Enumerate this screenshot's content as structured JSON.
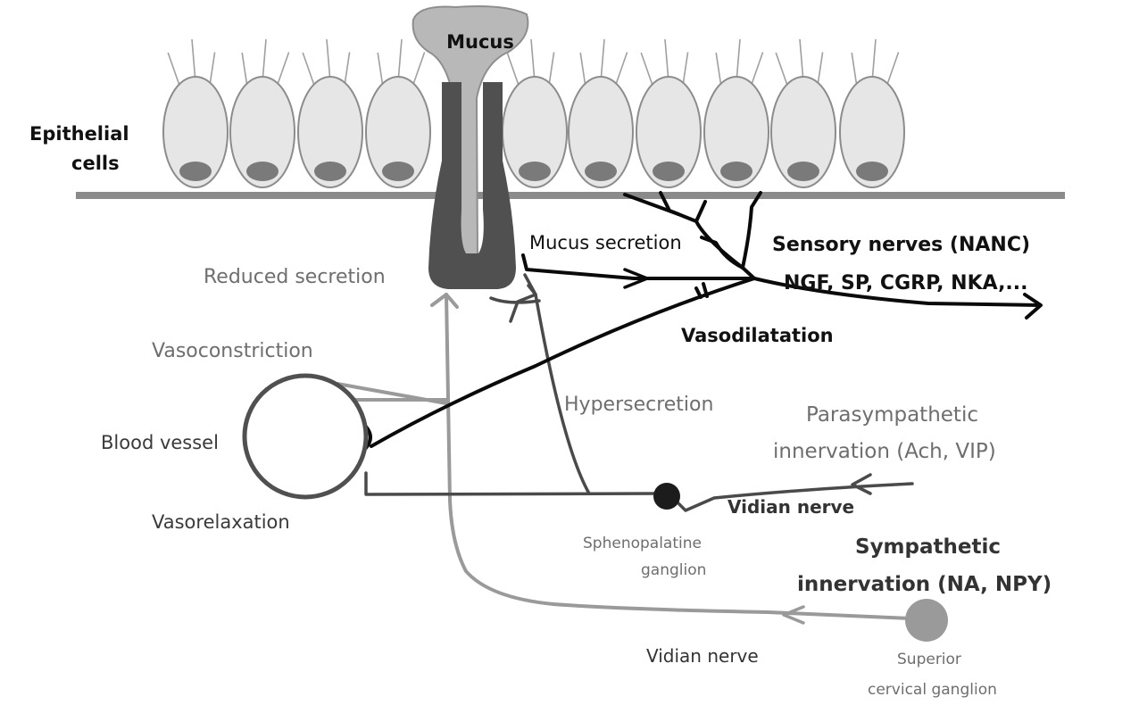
{
  "labels": {
    "mucus": "Mucus",
    "epithelial_cells_line1": "Epithelial",
    "epithelial_cells_line2": "cells",
    "mucus_secretion": "Mucus secretion",
    "reduced_secretion": "Reduced secretion",
    "sensory_nerves_line1": "Sensory nerves (NANC)",
    "sensory_nerves_line2": "NGF, SP, CGRP, NKA,...",
    "vasodilatation": "Vasodilatation",
    "vasoconstriction": "Vasoconstriction",
    "hypersecretion": "Hypersecretion",
    "blood_vessel": "Blood vessel",
    "parasympathetic_line1": "Parasympathetic",
    "parasympathetic_line2": "innervation (Ach, VIP)",
    "vasorelaxation": "Vasorelaxation",
    "vidian_nerve_upper": "Vidian nerve",
    "sphenopalatine_line1": "Sphenopalatine",
    "sphenopalatine_line2": "ganglion",
    "sympathetic_line1": "Sympathetic",
    "sympathetic_line2": "innervation (NA, NPY)",
    "vidian_nerve_lower": "Vidian nerve",
    "superior_cervical_line1": "Superior",
    "superior_cervical_line2": "cervical ganglion"
  },
  "colors": {
    "sensory_nerve": "#0a0a0a",
    "parasympathetic_nerve": "#4a4a4a",
    "sympathetic_nerve": "#9a9a9a",
    "mucus": "#b8b8b8",
    "gland": "#505050",
    "cell_fill": "#e6e6e6",
    "nucleus": "#7a7a7a",
    "basement_membrane": "#8a8a8a",
    "blood_vessel": "#505050",
    "sphenopalatine_ganglion": "#1c1c1c",
    "superior_cervical_ganglion": "#9a9a9a"
  }
}
